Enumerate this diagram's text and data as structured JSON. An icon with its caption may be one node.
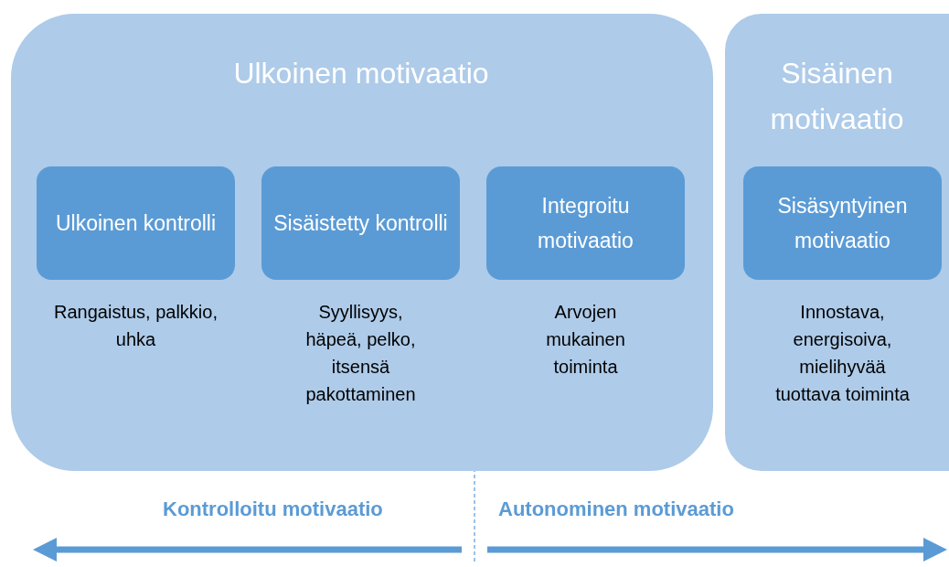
{
  "diagram": {
    "nodes": [
      {
        "text": [
          "Ulkoinen motivaatio"
        ]
      },
      {
        "text": [
          "Ulkoinen kontrolli"
        ],
        "in": 0,
        "beside": [
          "Rangaistus, palkkio, uhka"
        ]
      },
      {
        "text": [
          "Sisäistetty kontrolli"
        ],
        "in": 0,
        "beside": [
          "Syyllisyys, häpeä, pelko, itsensä pakottaminen"
        ]
      },
      {
        "text": [
          "Integroitu motivaatio"
        ],
        "in": 0,
        "beside": [
          "Arvojen mukainen toiminta"
        ]
      },
      {
        "text": [
          "Sisäinen motivaatio"
        ]
      },
      {
        "text": [
          "Sisäsyntyinen motivaatio"
        ],
        "in": 4,
        "beside": [
          "Innostava, energisoiva, mielihyvää tuottava toiminta"
        ]
      }
    ],
    "labels": [
      "Kontrolloitu motivaatio",
      "Autonominen motivaatio"
    ]
  }
}
